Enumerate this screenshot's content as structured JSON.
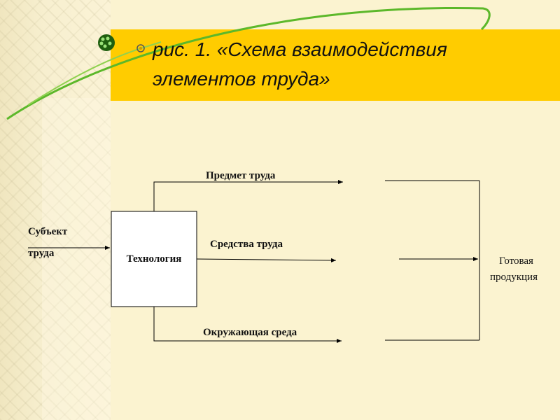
{
  "header": {
    "title_line1": "рис. 1. «Схема взаимодействия",
    "title_line2": "элементов труда»"
  },
  "diagram": {
    "subject_line1": "Субъект",
    "subject_line2": "труда",
    "technology": "Технология",
    "object_of_labor": "Предмет труда",
    "means_of_labor": "Средства труда",
    "environment": "Окружающая среда",
    "product_line1": "Готовая",
    "product_line2": "продукция"
  },
  "colors": {
    "title_band": "#ffcc00",
    "background": "#fbf3d0",
    "swoosh": "#4caf1f",
    "bullet": "#2e7d14"
  }
}
